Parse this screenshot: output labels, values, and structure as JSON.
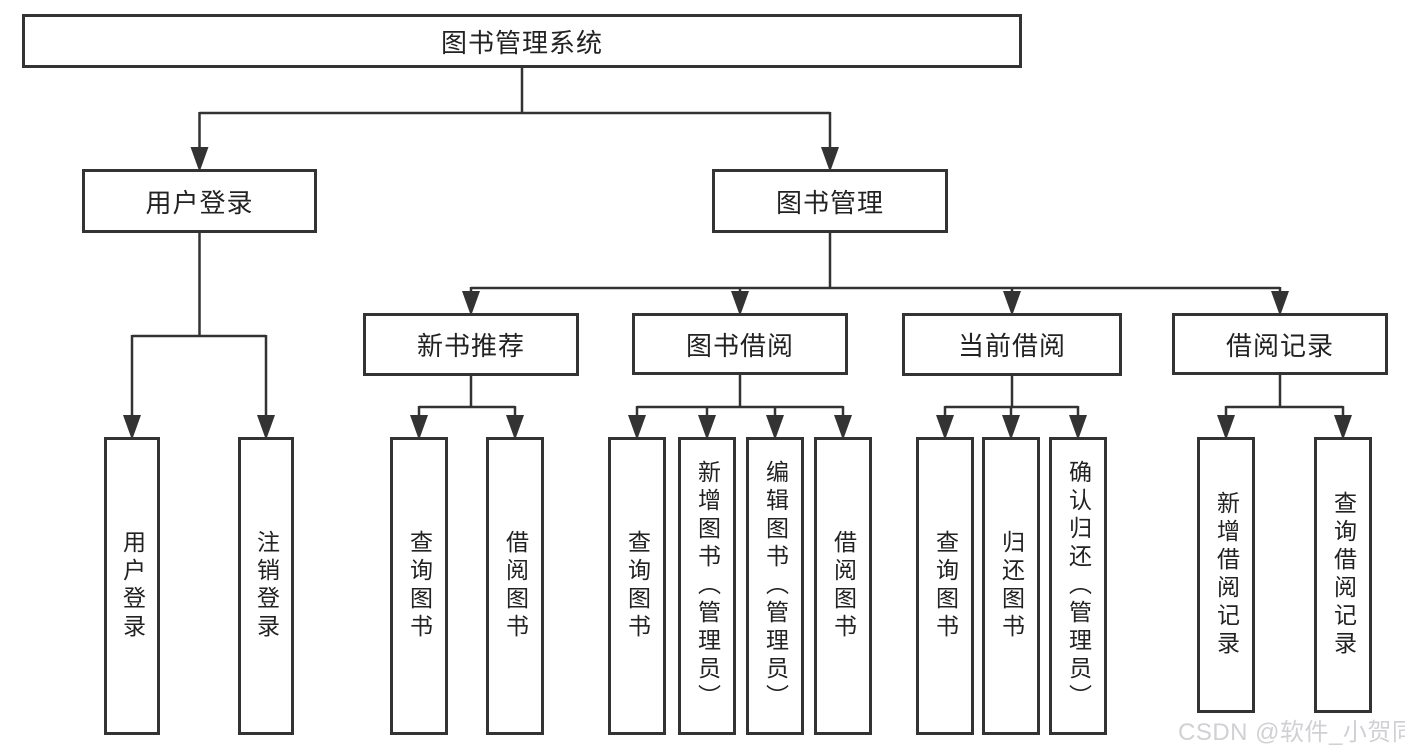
{
  "diagram": {
    "nodes": [
      {
        "id": "root",
        "label": "图书管理系统",
        "parent": null
      },
      {
        "id": "user-login",
        "label": "用户登录",
        "parent": "root"
      },
      {
        "id": "book-management",
        "label": "图书管理",
        "parent": "root"
      },
      {
        "id": "user-login-leaf",
        "label": "用户登录",
        "parent": "user-login"
      },
      {
        "id": "logout-leaf",
        "label": "注销登录",
        "parent": "user-login"
      },
      {
        "id": "new-book-recommend",
        "label": "新书推荐",
        "parent": "book-management"
      },
      {
        "id": "book-borrowing",
        "label": "图书借阅",
        "parent": "book-management"
      },
      {
        "id": "current-borrowing",
        "label": "当前借阅",
        "parent": "book-management"
      },
      {
        "id": "borrowing-records",
        "label": "借阅记录",
        "parent": "book-management"
      },
      {
        "id": "nb-query-books",
        "label": "查询图书",
        "parent": "new-book-recommend"
      },
      {
        "id": "nb-borrow-books",
        "label": "借阅图书",
        "parent": "new-book-recommend"
      },
      {
        "id": "bb-query-books",
        "label": "查询图书",
        "parent": "book-borrowing"
      },
      {
        "id": "bb-add-books",
        "label": "新增图书（管理员）",
        "parent": "book-borrowing"
      },
      {
        "id": "bb-edit-books",
        "label": "编辑图书（管理员）",
        "parent": "book-borrowing"
      },
      {
        "id": "bb-borrow-books",
        "label": "借阅图书",
        "parent": "book-borrowing"
      },
      {
        "id": "cb-query-books",
        "label": "查询图书",
        "parent": "current-borrowing"
      },
      {
        "id": "cb-return-books",
        "label": "归还图书",
        "parent": "current-borrowing"
      },
      {
        "id": "cb-confirm-return",
        "label": "确认归还（管理员）",
        "parent": "current-borrowing"
      },
      {
        "id": "br-add-record",
        "label": "新增借阅记录",
        "parent": "borrowing-records"
      },
      {
        "id": "br-query-record",
        "label": "查询借阅记录",
        "parent": "borrowing-records"
      }
    ],
    "watermark": "CSDN @软件_小贺同学",
    "colors": {
      "line": "#333333",
      "node_border": "#333333",
      "node_text": "#222222",
      "background": "#ffffff",
      "watermark": "#cdcdd2"
    }
  }
}
